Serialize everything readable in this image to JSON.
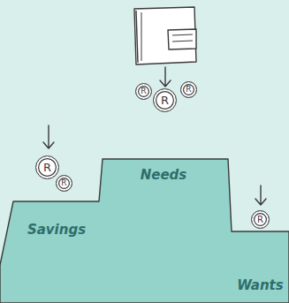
{
  "diagram": {
    "nodes": [
      {
        "text": [
          "R"
        ]
      },
      {
        "text": [
          "R"
        ]
      },
      {
        "text": [
          "R"
        ]
      },
      {
        "text": [
          "R"
        ]
      },
      {
        "text": [
          "R"
        ]
      },
      {
        "text": [
          "Needs"
        ]
      },
      {
        "text": [
          "Savings"
        ]
      },
      {
        "text": [
          "R"
        ]
      },
      {
        "text": [
          "Wants"
        ]
      }
    ]
  }
}
